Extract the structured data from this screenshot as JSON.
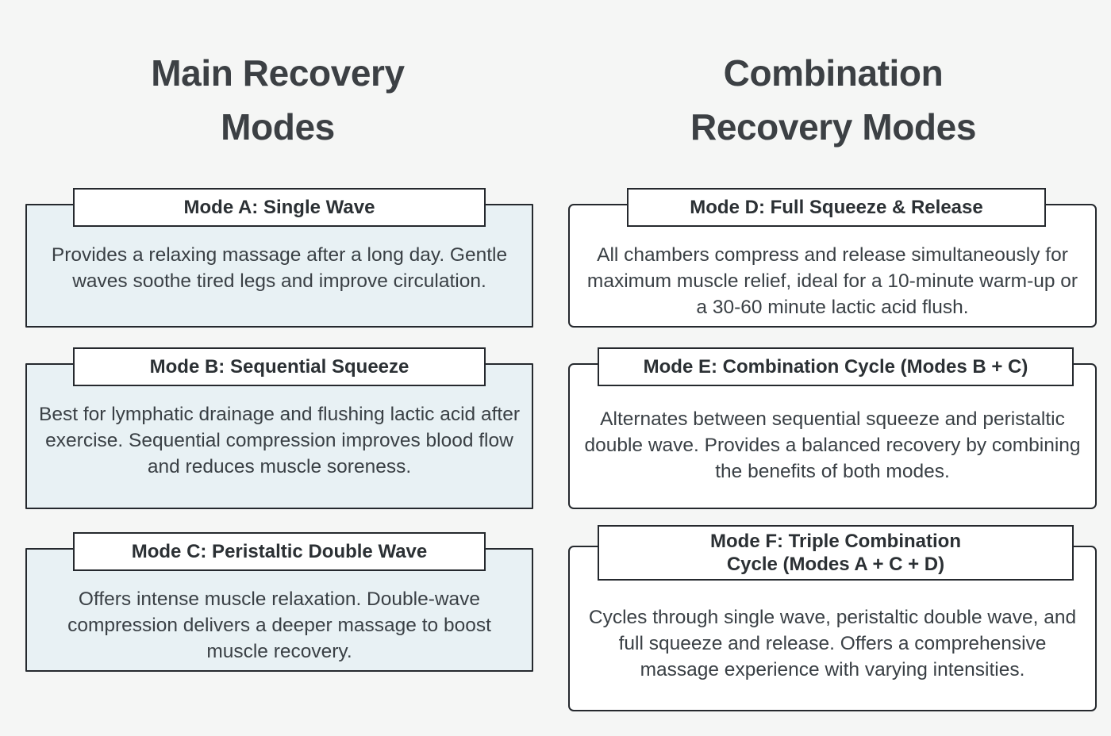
{
  "background_color": "#f5f6f5",
  "columns": [
    {
      "id": "main-recovery-modes",
      "title": "Main Recovery\nModes",
      "card_fill": "#e8f1f4",
      "cards": [
        {
          "id": "mode-a",
          "title": "Mode A: Single Wave",
          "description": "Provides a relaxing massage after a long day. Gentle waves soothe tired legs and improve circulation."
        },
        {
          "id": "mode-b",
          "title": "Mode B: Sequential Squeeze",
          "description": "Best for lymphatic drainage and flushing lactic acid after exercise. Sequential compression improves blood flow and reduces muscle soreness."
        },
        {
          "id": "mode-c",
          "title": "Mode C: Peristaltic Double Wave",
          "description": "Offers intense muscle relaxation. Double-wave compression delivers a deeper massage to boost muscle recovery."
        }
      ]
    },
    {
      "id": "combination-recovery-modes",
      "title": "Combination\nRecovery Modes",
      "card_fill": "#ffffff",
      "cards": [
        {
          "id": "mode-d",
          "title": "Mode D: Full Squeeze & Release",
          "description": "All chambers compress and release simultaneously for maximum muscle relief, ideal for a 10-minute warm-up or a 30-60 minute lactic acid flush."
        },
        {
          "id": "mode-e",
          "title": "Mode E: Combination Cycle (Modes B + C)",
          "description": "Alternates between sequential squeeze and peristaltic double wave. Provides a balanced recovery by combining the benefits of both modes."
        },
        {
          "id": "mode-f",
          "title": "Mode F: Triple Combination\nCycle (Modes A + C + D)",
          "description": "Cycles through single wave, peristaltic double wave, and full squeeze and release. Offers a comprehensive massage experience with varying intensities."
        }
      ]
    }
  ]
}
